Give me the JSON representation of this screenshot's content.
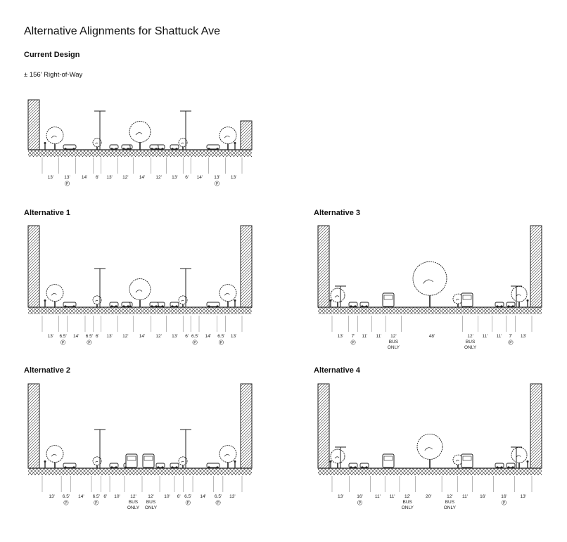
{
  "page": {
    "title": "Alternative Alignments for Shattuck Ave",
    "subtitle": "Current Design",
    "row_label": "± 156' Right-of-Way"
  },
  "sections": [
    {
      "id": "current",
      "title": "",
      "dims": [
        "13'",
        "13'",
        "14'",
        "6'",
        "13'",
        "12'",
        "14'",
        "12'",
        "13'",
        "6'",
        "14'",
        "13'",
        "13'"
      ],
      "parking_flags": [
        false,
        true,
        false,
        false,
        false,
        false,
        false,
        false,
        false,
        false,
        false,
        true,
        false
      ],
      "bus_flags": [],
      "parking_symbol": "P",
      "bus_label_1": "BUS",
      "bus_label_2": "ONLY"
    },
    {
      "id": "alt1",
      "title": "Alternative 1",
      "dims": [
        "13'",
        "6.5'",
        "14'",
        "6.5'",
        "6'",
        "13'",
        "12'",
        "14'",
        "12'",
        "13'",
        "6'",
        "6.5'",
        "14'",
        "6.5'",
        "13'"
      ],
      "parking_flags": [
        false,
        true,
        false,
        true,
        false,
        false,
        false,
        false,
        false,
        false,
        false,
        true,
        false,
        true,
        false
      ],
      "bus_flags": [],
      "parking_symbol": "P",
      "bus_label_1": "BUS",
      "bus_label_2": "ONLY"
    },
    {
      "id": "alt3",
      "title": "Alternative 3",
      "dims": [
        "13'",
        "7'",
        "11'",
        "11'",
        "12'",
        "48'",
        "12'",
        "11'",
        "11'",
        "7'",
        "13'"
      ],
      "parking_flags": [
        false,
        true,
        false,
        false,
        false,
        false,
        false,
        false,
        false,
        true,
        false
      ],
      "bus_flags": [
        false,
        false,
        false,
        false,
        true,
        false,
        true,
        false,
        false,
        false,
        false
      ],
      "parking_symbol": "P",
      "bus_label_1": "BUS",
      "bus_label_2": "ONLY"
    },
    {
      "id": "alt2",
      "title": "Alternative 2",
      "dims": [
        "13'",
        "6.5'",
        "14'",
        "6.5'",
        "6'",
        "10'",
        "12'",
        "12'",
        "10'",
        "6'",
        "6.5'",
        "14'",
        "6.5'",
        "13'"
      ],
      "parking_flags": [
        false,
        true,
        false,
        true,
        false,
        false,
        false,
        false,
        false,
        false,
        true,
        false,
        true,
        false
      ],
      "bus_flags": [
        false,
        false,
        false,
        false,
        false,
        false,
        true,
        true,
        false,
        false,
        false,
        false,
        false,
        false
      ],
      "parking_symbol": "P",
      "bus_label_1": "BUS",
      "bus_label_2": "ONLY"
    },
    {
      "id": "alt4",
      "title": "Alternative 4",
      "dims": [
        "13'",
        "16'",
        "11'",
        "11'",
        "12'",
        "20'",
        "12'",
        "11'",
        "16'",
        "16'",
        "13'"
      ],
      "parking_flags": [
        false,
        true,
        false,
        false,
        false,
        false,
        false,
        false,
        false,
        true,
        false
      ],
      "bus_flags": [
        false,
        false,
        false,
        false,
        true,
        false,
        true,
        false,
        false,
        false,
        false
      ],
      "parking_symbol": "P",
      "bus_label_1": "BUS",
      "bus_label_2": "ONLY"
    }
  ]
}
